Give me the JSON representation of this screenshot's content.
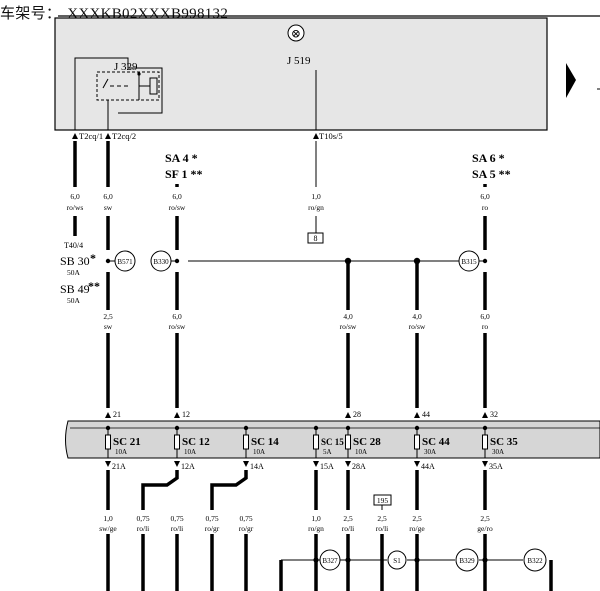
{
  "vin_label": "车架号：",
  "vin_value": "XXXKB02XXXB998132",
  "module": {
    "relay": "J 329",
    "unit": "J 519",
    "ground_glyph": "⊗",
    "continue_arrow": "right-arrow-icon"
  },
  "connectors_top": [
    {
      "id": "c-t2cq1",
      "name": "T2cq/1"
    },
    {
      "id": "c-t2cq2",
      "name": "T2cq/2"
    },
    {
      "id": "c-t10s5",
      "name": "T10s/5"
    }
  ],
  "fuse_groups": [
    {
      "id": "sa4-sf1",
      "lines": [
        "SA 4 *",
        "SF 1 **"
      ]
    },
    {
      "id": "sa6-sa5",
      "lines": [
        "SA 6 *",
        "SA 5 **"
      ]
    }
  ],
  "upper_wires": [
    {
      "id": "w-ro-ws",
      "size": "6,0",
      "color": "ro/ws"
    },
    {
      "id": "w-sw-top",
      "size": "6,0",
      "color": "sw"
    },
    {
      "id": "w-ro-sw-top",
      "size": "6,0",
      "color": "ro/sw"
    },
    {
      "id": "w-ro-gn",
      "size": "1,0",
      "color": "ro/gn"
    },
    {
      "id": "w-ro-top",
      "size": "6,0",
      "color": "ro"
    }
  ],
  "terminal_box": "8",
  "t40": "T40/4",
  "sb_fuses": [
    {
      "id": "sb30",
      "name": "SB 30",
      "mark": "*",
      "amp": "50A"
    },
    {
      "id": "sb49",
      "name": "SB 49",
      "mark": "**",
      "amp": "50A"
    }
  ],
  "junctions": [
    {
      "id": "b571",
      "label": "B571"
    },
    {
      "id": "b330",
      "label": "B330"
    },
    {
      "id": "b315",
      "label": "B315"
    },
    {
      "id": "b327",
      "label": "B327"
    },
    {
      "id": "s1",
      "label": "S1"
    },
    {
      "id": "b329",
      "label": "B329"
    },
    {
      "id": "b322",
      "label": "B322"
    }
  ],
  "mid_wires": [
    {
      "id": "m-sw",
      "size": "2,5",
      "color": "sw"
    },
    {
      "id": "m-ro-sw-1",
      "size": "6,0",
      "color": "ro/sw"
    },
    {
      "id": "m-ro-sw-2",
      "size": "4,0",
      "color": "ro/sw"
    },
    {
      "id": "m-ro-sw-3",
      "size": "4,0",
      "color": "ro/sw"
    },
    {
      "id": "m-ro",
      "size": "6,0",
      "color": "ro"
    }
  ],
  "fusebox_pins_top": [
    "21",
    "12",
    "28",
    "44",
    "32"
  ],
  "fuses": [
    {
      "id": "sc21",
      "name": "SC 21",
      "amp": "10A"
    },
    {
      "id": "sc12",
      "name": "SC 12",
      "amp": "10A"
    },
    {
      "id": "sc14",
      "name": "SC 14",
      "amp": "10A"
    },
    {
      "id": "sc15",
      "name": "SC 15",
      "amp": "5A"
    },
    {
      "id": "sc28",
      "name": "SC 28",
      "amp": "10A"
    },
    {
      "id": "sc44",
      "name": "SC 44",
      "amp": "30A"
    },
    {
      "id": "sc35",
      "name": "SC 35",
      "amp": "30A"
    }
  ],
  "fusebox_pins_bottom": [
    "21A",
    "12A",
    "14A",
    "15A",
    "28A",
    "44A",
    "35A"
  ],
  "lower_wires": [
    {
      "id": "l-sw-ge",
      "size": "1,0",
      "color": "sw/ge"
    },
    {
      "id": "l-ro-li-a",
      "size": "0,75",
      "color": "ro/li"
    },
    {
      "id": "l-ro-li-b",
      "size": "0,75",
      "color": "ro/li"
    },
    {
      "id": "l-ro-gr-a",
      "size": "0,75",
      "color": "ro/gr"
    },
    {
      "id": "l-ro-gr-b",
      "size": "0,75",
      "color": "ro/gr"
    },
    {
      "id": "l-ro-gn",
      "size": "1,0",
      "color": "ro/gn"
    },
    {
      "id": "l-ro-li-c",
      "size": "2,5",
      "color": "ro/li"
    },
    {
      "id": "l-ro-li-d",
      "size": "2,5",
      "color": "ro/li"
    },
    {
      "id": "l-ro-ge",
      "size": "2,5",
      "color": "ro/ge"
    },
    {
      "id": "l-ge-ro",
      "size": "2,5",
      "color": "ge/ro"
    }
  ],
  "ref_box": "195",
  "colors": {
    "module_fill": "#e6e6e6",
    "fusebox_fill": "#d6d6d6",
    "wire": "#000000"
  }
}
